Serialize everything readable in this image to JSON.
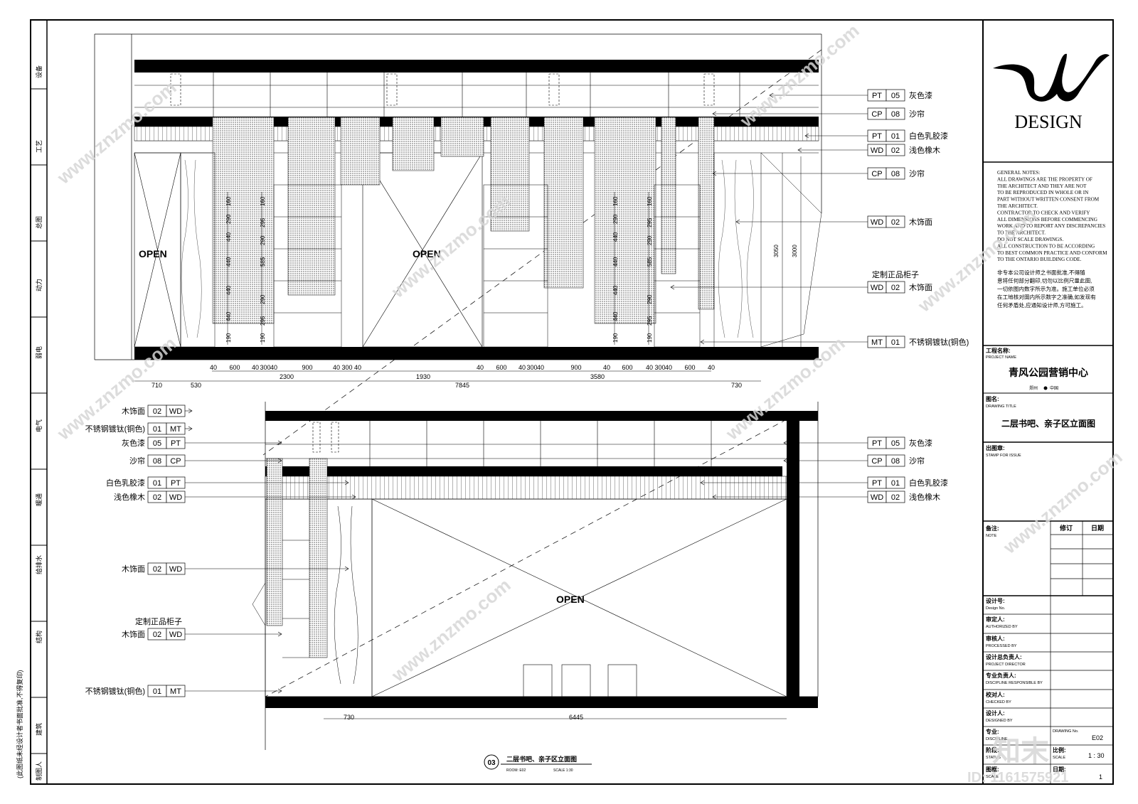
{
  "title_block": {
    "logo_word": "DESIGN",
    "notes": [
      "GENERAL NOTES:",
      "ALL DRAWINGS ARE THE PROPERTY OF",
      "THE ARCHITECT AND THEY ARE NOT",
      "TO BE REPRODUCED IN WHOLE OR IN",
      "PART WITHOUT WRITTEN CONSENT FROM",
      "THE ARCHITECT.",
      "CONTRACTOR TO CHECK AND VERIFY",
      "ALL DIMENSIONS BEFORE COMMENCING",
      "WORK AND TO REPORT ANY DISCREPANCIES",
      "TO THE ARCHITECT.",
      "DO NOT SCALE DRAWINGS.",
      "ALL CONSTRUCTION TO BE ACCORDING",
      "TO BEST COMMON PRACTICE AND CONFORM",
      "TO THE ONTARIO BUILDING CODE."
    ],
    "notes_cn": [
      "非专本公司设计师之书面批准,不得随",
      "意将任何部分翻印,切勿以比例尺量此图,",
      "一切依图内数字所示为准。施工单位必须",
      "在工地核对图内所示数字之准确,如发现有",
      "任何矛盾处,应通知设计师,方可施工。"
    ],
    "project_name_label": "工程名称:",
    "project_name_en": "PROJECT NAME",
    "project_name": "青风公园营销中心",
    "location_city": "郑州",
    "location_country": "中国",
    "drawing_title_label": "图名:",
    "drawing_title_en": "DRAWING TITLE",
    "drawing_title": "二层书吧、亲子区立面图",
    "stamp_label": "出图章:",
    "stamp_en": "STAMP FOR ISSUE",
    "note_label": "备注:",
    "note_en": "NOTE",
    "revision_label": "修订",
    "date_label": "日期",
    "rows": [
      {
        "cn": "设计号:",
        "en": "Design No."
      },
      {
        "cn": "审定人:",
        "en": "AUTHORIZED BY"
      },
      {
        "cn": "审核人:",
        "en": "PROCESSED BY"
      },
      {
        "cn": "设计总负责人:",
        "en": "PROJECT DIRECTOR"
      },
      {
        "cn": "专业负责人:",
        "en": "DISCIPLINE RESPONSIBLE BY"
      },
      {
        "cn": "校对人:",
        "en": "CHECKED BY"
      },
      {
        "cn": "设计人:",
        "en": "DESIGNED BY"
      }
    ],
    "discipline_cn": "专业:",
    "discipline_en": "DISCIPLINE",
    "drawing_no_en": "DRAWING No.",
    "drawing_no": "E02",
    "status_cn": "阶段:",
    "status_en": "STATUS",
    "scale_cn": "比例:",
    "scale_en": "SCALE",
    "scale": "1 : 30",
    "sheet_cn": "图框:",
    "sheet_en": "SCALE",
    "date_cn": "日期:",
    "sheet_no": "1"
  },
  "left_strip": {
    "cells": [
      "设备",
      "工艺",
      "总图",
      "动力",
      "弱电",
      "电气",
      "暖通",
      "给排水",
      "结构",
      "建筑",
      "制图人"
    ],
    "vertical_note": "(此图纸未经设计者书面批准,不得复印)"
  },
  "upper_elevation": {
    "open_labels": [
      "OPEN",
      "OPEN"
    ],
    "callouts": [
      {
        "code": "PT",
        "num": "05",
        "desc": "灰色漆"
      },
      {
        "code": "CP",
        "num": "08",
        "desc": "沙帘"
      },
      {
        "code": "PT",
        "num": "01",
        "desc": "白色乳胶漆"
      },
      {
        "code": "WD",
        "num": "02",
        "desc": "浅色橡木"
      },
      {
        "code": "CP",
        "num": "08",
        "desc": "沙帘"
      },
      {
        "code": "WD",
        "num": "02",
        "desc": "木饰面"
      },
      {
        "code": "WD",
        "num": "02",
        "desc": "木饰面",
        "pre": "定制正品柜子"
      },
      {
        "code": "MT",
        "num": "01",
        "desc": "不锈钢镀钛(铜色)"
      }
    ],
    "dims_row1": [
      "40",
      "600",
      "40",
      "300",
      "40",
      "900",
      "40",
      "300",
      "40",
      "40",
      "600",
      "40",
      "300",
      "40",
      "900",
      "40",
      "600",
      "40",
      "300",
      "40",
      "600",
      "40"
    ],
    "dims_row2": [
      "710",
      "530",
      "2300",
      "1930",
      "7845",
      "3580",
      "730"
    ],
    "vertical_dims_a": [
      "160",
      "290",
      "440",
      "440",
      "440",
      "440",
      "190"
    ],
    "vertical_dims_b": [
      "160",
      "295",
      "290",
      "585",
      "290",
      "295",
      "190"
    ],
    "height_dims": [
      "3050",
      "3000"
    ]
  },
  "lower_elevation": {
    "open_label": "OPEN",
    "left_callouts": [
      {
        "code": "WD",
        "num": "02",
        "desc": "木饰面"
      },
      {
        "code": "MT",
        "num": "01",
        "desc": "不锈钢镀钛(铜色)"
      },
      {
        "code": "PT",
        "num": "05",
        "desc": "灰色漆"
      },
      {
        "code": "CP",
        "num": "08",
        "desc": "沙帘"
      },
      {
        "code": "PT",
        "num": "01",
        "desc": "白色乳胶漆"
      },
      {
        "code": "WD",
        "num": "02",
        "desc": "浅色橡木"
      },
      {
        "code": "WD",
        "num": "02",
        "desc": "木饰面"
      },
      {
        "code": "WD",
        "num": "02",
        "desc": "木饰面",
        "pre": "定制正品柜子"
      },
      {
        "code": "MT",
        "num": "01",
        "desc": "不锈钢镀钛(铜色)"
      }
    ],
    "right_callouts": [
      {
        "code": "PT",
        "num": "05",
        "desc": "灰色漆"
      },
      {
        "code": "CP",
        "num": "08",
        "desc": "沙帘"
      },
      {
        "code": "PT",
        "num": "01",
        "desc": "白色乳胶漆"
      },
      {
        "code": "WD",
        "num": "02",
        "desc": "浅色橡木"
      }
    ],
    "dims": [
      "730",
      "6445"
    ]
  },
  "caption": {
    "number": "03",
    "title": "二层书吧、亲子区立面图",
    "room_label": "ROOM: E02",
    "scale_label": "SCALE  1:30"
  },
  "watermark": {
    "brand": "知末",
    "id": "ID: 1161575921",
    "site": "www.znzmo.com"
  }
}
